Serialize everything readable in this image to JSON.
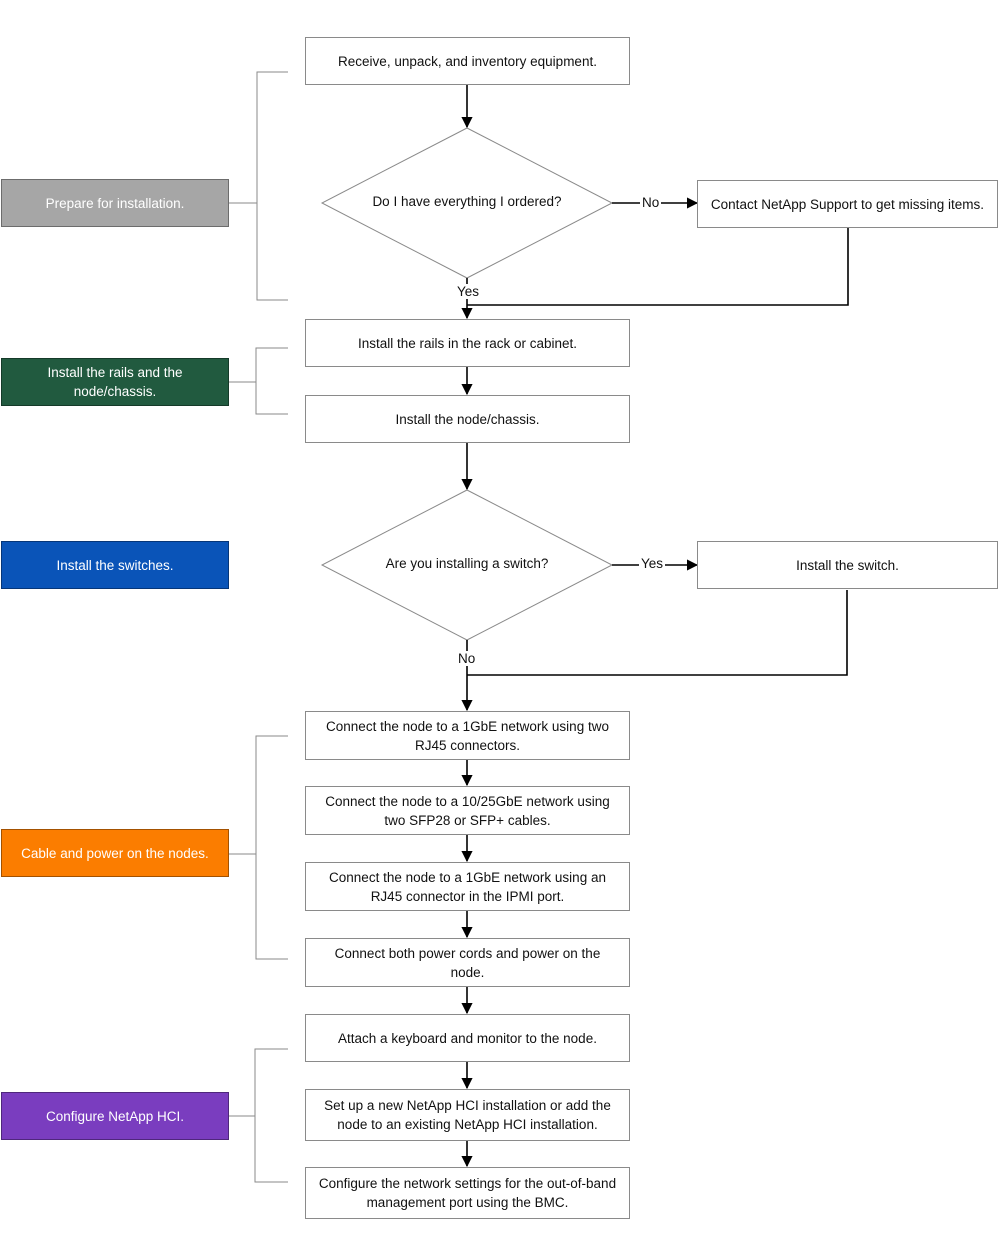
{
  "phases": {
    "prepare": {
      "label": "Prepare for installation.",
      "color": "#a6a6a6"
    },
    "rails": {
      "label": "Install the rails and the node/chassis.",
      "color": "#215a3f"
    },
    "switches": {
      "label": "Install the switches.",
      "color": "#0a54b8"
    },
    "cable": {
      "label": "Cable and power on the nodes.",
      "color": "#fb7d00"
    },
    "configure": {
      "label": "Configure NetApp HCI.",
      "color": "#7a3dbf"
    }
  },
  "steps": {
    "receive": "Receive, unpack, and inventory equipment.",
    "decision_ordered": "Do I have everything I ordered?",
    "contact_support": "Contact NetApp Support to get missing items.",
    "install_rails": "Install the rails in the rack or cabinet.",
    "install_node": "Install the node/chassis.",
    "decision_switch": "Are you installing a switch?",
    "install_switch": "Install the switch.",
    "connect_1gbe": "Connect the node to a 1GbE network using two RJ45 connectors.",
    "connect_25gbe": "Connect the node to a 10/25GbE network using two SFP28 or SFP+ cables.",
    "connect_ipmi": "Connect the node to a 1GbE network using an RJ45 connector in the IPMI port.",
    "connect_power": "Connect both power cords and power on the node.",
    "attach_keyboard": "Attach a keyboard and monitor to the node.",
    "setup_hci": "Set up a new NetApp HCI installation or add the node to an existing NetApp HCI installation.",
    "configure_bmc": "Configure the network settings for the out-of-band management port using the BMC."
  },
  "edge_labels": {
    "ordered_no": "No",
    "ordered_yes": "Yes",
    "switch_yes": "Yes",
    "switch_no": "No"
  }
}
